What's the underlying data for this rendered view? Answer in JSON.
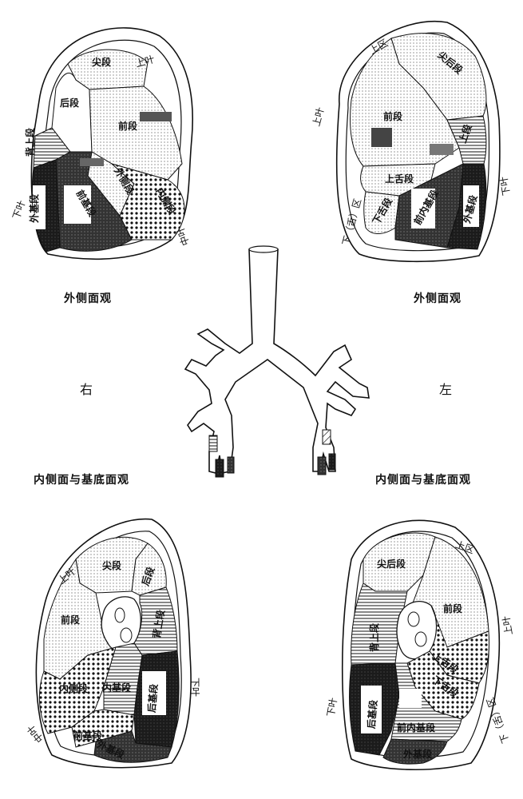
{
  "captions": {
    "outer_right": "外侧面观",
    "outer_left": "外侧面观",
    "inner_right": "内侧面与基底面观",
    "inner_left": "内侧面与基底面观",
    "side_right": "右",
    "side_left": "左"
  },
  "panel_top_right_lung": {
    "lobes": {
      "upper": "上叶",
      "lower": "下叶",
      "middle": "中叶"
    },
    "segments": {
      "apical": "尖段",
      "posterior": "后段",
      "anterior": "前段",
      "superior": "背上段",
      "lateral": "外侧段",
      "medial": "内侧段",
      "anterior_basal": "前基段",
      "lateral_basal": "外基段"
    }
  },
  "panel_top_left_lung": {
    "lobes": {
      "upper_region": "上区",
      "upper_lobe": "上叶",
      "lingula": "下（舌）区",
      "lower": "下叶"
    },
    "segments": {
      "apicoposterior": "尖后段",
      "anterior": "前段",
      "superior_lingular": "上舌段",
      "inferior_lingular": "下舌段",
      "anteromedial_basal": "前内基段",
      "lateral_basal": "外基段",
      "superior": "上段"
    }
  },
  "panel_bottom_right_lung": {
    "lobes": {
      "upper": "上叶",
      "lower": "下叶",
      "middle": "中叶"
    },
    "segments": {
      "apical": "尖段",
      "posterior": "后段",
      "anterior": "前段",
      "superior": "背上段",
      "medial": "内侧段",
      "medial_basal": "内基段",
      "posterior_basal": "后基段",
      "anterior_basal": "前基段",
      "lateral_basal": "外基段"
    }
  },
  "panel_bottom_left_lung": {
    "lobes": {
      "upper_region": "上区",
      "lower": "下叶",
      "lower_region": "下（舌）区",
      "upper_lobe": "上叶"
    },
    "segments": {
      "apicoposterior": "尖后段",
      "anterior": "前段",
      "superior": "背上段",
      "superior_lingular": "上舌段",
      "inferior_lingular": "下舌段",
      "posterior_basal": "后基段",
      "anteromedial_basal": "前内基段",
      "lateral_basal": "外基段"
    }
  }
}
